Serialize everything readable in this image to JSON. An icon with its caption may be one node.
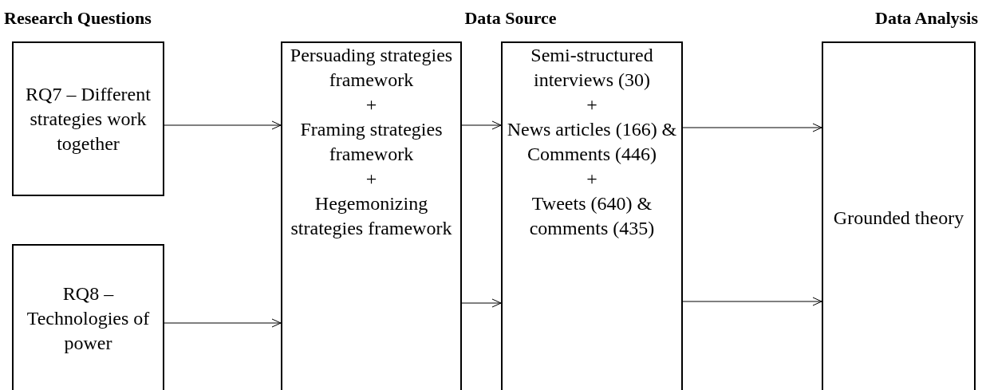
{
  "diagram": {
    "nodes": [
      {
        "text": [
          "RQ7 – Different strategies work together"
        ]
      },
      {
        "text": [
          "RQ8 – Technologies of power"
        ]
      },
      {
        "text": [
          "Persuading strategies framework",
          "+",
          "Framing strategies framework",
          "+",
          "Hegemonizing strategies framework"
        ]
      },
      {
        "text": [
          "Semi-structured interviews (30)",
          "+",
          "News articles (166) & Comments (446)",
          "+",
          "Tweets (640) & comments (435)"
        ]
      },
      {
        "text": [
          "Grounded theory"
        ]
      }
    ],
    "edges": [
      {
        "from": 0,
        "to": 2,
        "arrow": "to"
      },
      {
        "from": 1,
        "to": 2,
        "arrow": "to"
      },
      {
        "from": 2,
        "to": 3,
        "arrow": "to"
      },
      {
        "from": 2,
        "to": 3,
        "arrow": "to"
      },
      {
        "from": 3,
        "to": 4,
        "arrow": "to"
      },
      {
        "from": 3,
        "to": 4,
        "arrow": "to"
      }
    ],
    "labels": [
      "Research Questions",
      "Data Source",
      "Data Analysis"
    ]
  }
}
